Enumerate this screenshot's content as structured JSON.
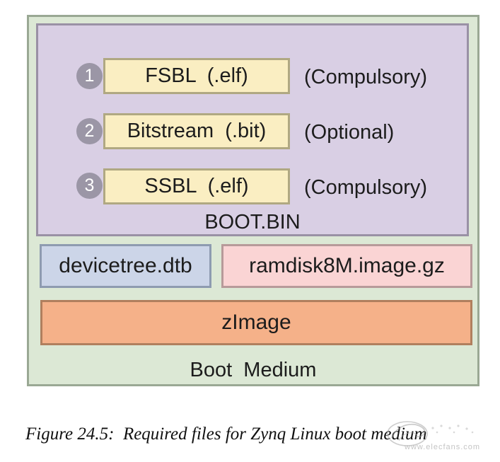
{
  "figure": {
    "caption": "Figure 24.5:  Required files for Zynq Linux boot medium"
  },
  "watermark": {
    "text": "www.elecfans.com",
    "logo_icon": "elecfans-swirl-logo-icon"
  },
  "boot_medium": {
    "label": "Boot  Medium",
    "fill_color": "#dce8d5",
    "border_color": "#9aa894"
  },
  "boot_bin": {
    "label": "BOOT.BIN",
    "fill_color": "#d9cfe4",
    "border_color": "#9a91a5",
    "items": [
      {
        "number": "1",
        "file": "FSBL  (.elf)",
        "requirement": "(Compulsory)"
      },
      {
        "number": "2",
        "file": "Bitstream  (.bit)",
        "requirement": "(Optional)"
      },
      {
        "number": "3",
        "file": "SSBL  (.elf)",
        "requirement": "(Compulsory)"
      }
    ],
    "file_box_fill": "#faeec2",
    "file_box_border": "#b0a882",
    "badge_fill": "#9b96a6",
    "badge_text_color": "#ffffff"
  },
  "medium_files": [
    {
      "label": "devicetree.dtb",
      "fill_color": "#ccd5e8",
      "border_color": "#8e9bb0"
    },
    {
      "label": "ramdisk8M.image.gz",
      "fill_color": "#fad4d4",
      "border_color": "#b79a9a"
    },
    {
      "label": "zImage",
      "fill_color": "#f5b189",
      "border_color": "#b07f5e"
    }
  ]
}
